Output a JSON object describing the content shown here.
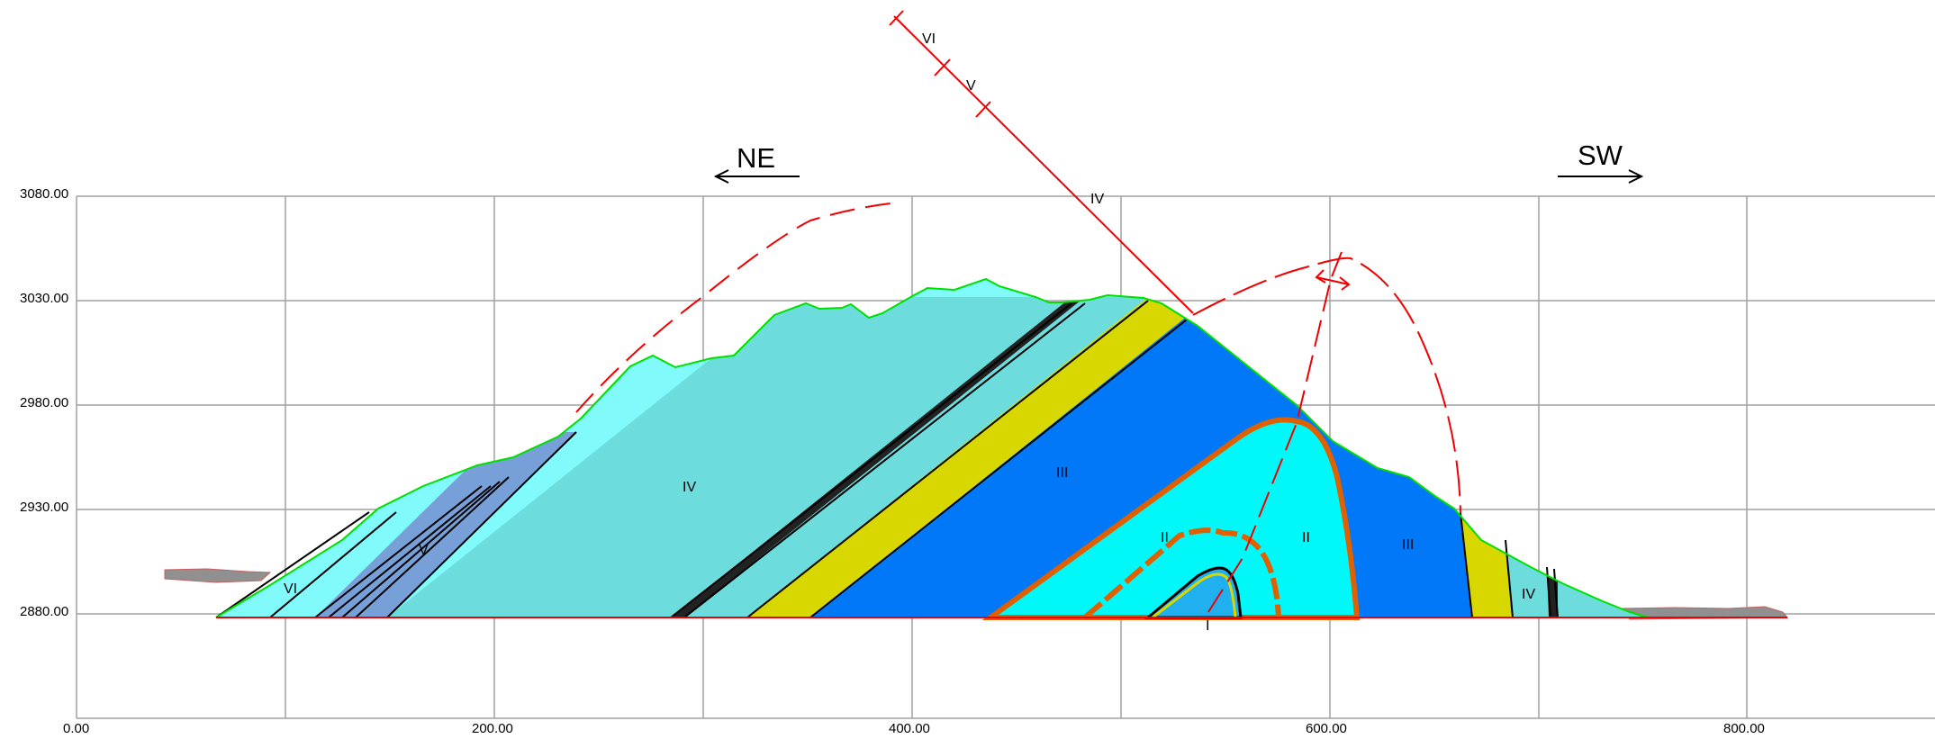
{
  "directions": {
    "left": "NE",
    "right": "SW"
  },
  "y_axis_labels": [
    "3080.00",
    "3030.00",
    "2980.00",
    "2930.00",
    "2880.00"
  ],
  "x_axis_labels": [
    "0.00",
    "200.00",
    "400.00",
    "600.00",
    "800.00"
  ],
  "units": {
    "vi_left": "VI",
    "v_left": "V",
    "iv_main": "IV",
    "iii_main": "III",
    "ii_left": "II",
    "ii_right": "II",
    "iii_right": "III",
    "iv_right": "IV",
    "i_core": "I"
  },
  "scale_bar": {
    "vi": "VI",
    "v": "V",
    "iv": "IV"
  },
  "colors": {
    "unit_vi": "#80fafa",
    "unit_v": "#78a0d8",
    "unit_iv": "#6cdcdc",
    "unit_iii": "#0078f8",
    "unit_ii": "#00f8f8",
    "unit_i": "#20b0f0",
    "marker_bed": "#d8d800",
    "topo": "#00e000",
    "fold_trace": "#f00000",
    "grid": "#a0a0a0",
    "surface_debris": "#909090"
  }
}
